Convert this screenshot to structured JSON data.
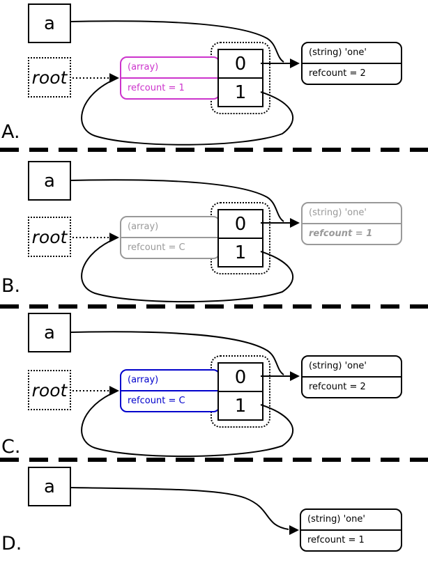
{
  "colors": {
    "array_stage_a": "#CC33CC",
    "array_stage_b": "#999999",
    "array_stage_c": "#0000CC",
    "faded": "#999999",
    "normal": "#000000"
  },
  "panels": [
    {
      "label": "A.",
      "var_box": {
        "label": "a"
      },
      "root_box": {
        "label": "root"
      },
      "array_box": {
        "title": "(array)",
        "refcount": "refcount = 1",
        "color": "#CC33CC",
        "emphasized": false
      },
      "table": {
        "cells": [
          "0",
          "1"
        ]
      },
      "string_box": {
        "title": "(string) 'one'",
        "refcount": "refcount = 2",
        "color": "#000000",
        "emphasized": false
      }
    },
    {
      "label": "B.",
      "var_box": {
        "label": "a"
      },
      "root_box": {
        "label": "root"
      },
      "array_box": {
        "title": "(array)",
        "refcount": "refcount = C",
        "color": "#999999",
        "emphasized": false
      },
      "table": {
        "cells": [
          "0",
          "1"
        ]
      },
      "string_box": {
        "title": "(string) 'one'",
        "refcount": "refcount = 1",
        "color": "#999999",
        "emphasized": true
      }
    },
    {
      "label": "C.",
      "var_box": {
        "label": "a"
      },
      "root_box": {
        "label": "root"
      },
      "array_box": {
        "title": "(array)",
        "refcount": "refcount = C",
        "color": "#0000CC",
        "emphasized": false
      },
      "table": {
        "cells": [
          "0",
          "1"
        ]
      },
      "string_box": {
        "title": "(string) 'one'",
        "refcount": "refcount = 2",
        "color": "#000000",
        "emphasized": false
      }
    },
    {
      "label": "D.",
      "var_box": {
        "label": "a"
      },
      "string_box": {
        "title": "(string) 'one'",
        "refcount": "refcount = 1",
        "color": "#000000",
        "emphasized": false
      }
    }
  ]
}
